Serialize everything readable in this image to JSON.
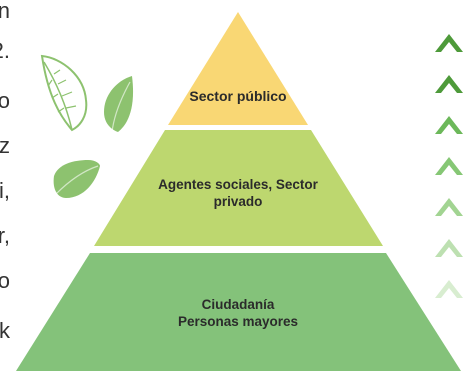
{
  "pyramid": {
    "tiers": [
      {
        "text_lines": [
          "Sector público"
        ],
        "color": "#F9D774"
      },
      {
        "text_lines": [
          "Agentes sociales, Sector",
          "privado"
        ],
        "color": "#BDD76F"
      },
      {
        "text_lines": [
          "Ciudadanía",
          "Personas mayores"
        ],
        "color": "#84C27A"
      }
    ]
  },
  "left_text_fragments": [
    "n",
    "2.",
    "o",
    "z",
    "i,",
    "r,",
    "o",
    "k"
  ],
  "decorations": {
    "leaf_icons": [
      "leaf-outline-icon",
      "leaf-solid-icon",
      "leaf-solid-icon"
    ],
    "leaf_color": "#8DC26F",
    "chevron_icon": "chevron-up-icon",
    "chevron_colors": [
      "#4E9A3A",
      "#4E9A3A",
      "#6CB85A",
      "#86C775",
      "#A2D492",
      "#BDE0B1",
      "#D8EDD0"
    ]
  }
}
